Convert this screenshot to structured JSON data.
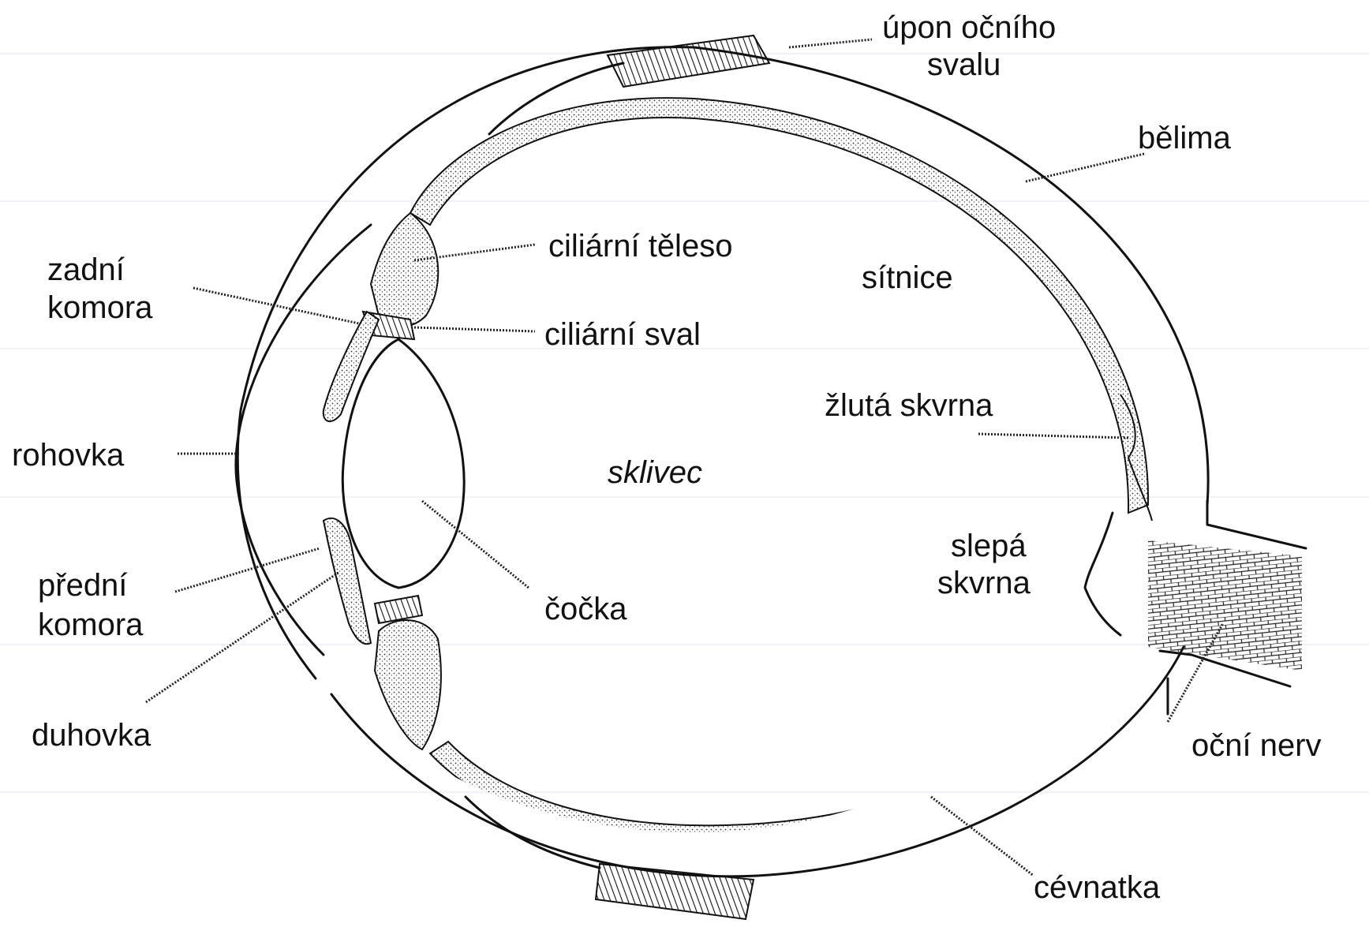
{
  "labels": {
    "upon": [
      "úpon očního",
      "svalu"
    ],
    "belima": "bělima",
    "ciliarni_teleso": "ciliární těleso",
    "sitnice": "sítnice",
    "zadni_komora": [
      "zadní",
      "komora"
    ],
    "ciliarni_sval": "ciliární sval",
    "zluta_skvrna": "žlutá skvrna",
    "rohovka": "rohovka",
    "sklivec": "sklivec",
    "slepa_skvrna": [
      "slepá",
      "skvrna"
    ],
    "predni_komora": [
      "přední",
      "komora"
    ],
    "cocka": "čočka",
    "duhovka": "duhovka",
    "ocni_nerv": "oční nerv",
    "cevnatka": "cévnatka"
  }
}
